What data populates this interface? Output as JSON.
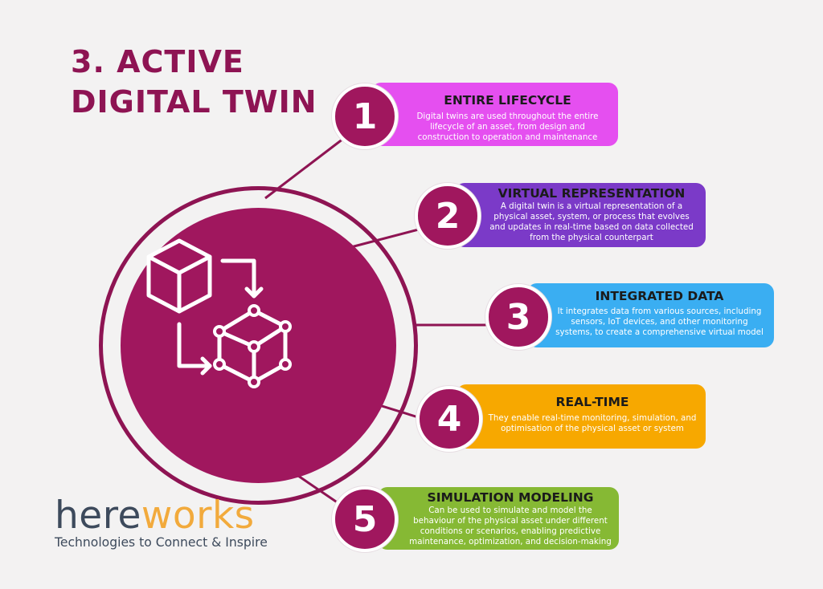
{
  "title": {
    "line1": "3. ACTIVE",
    "line2": "DIGITAL TWIN"
  },
  "colors": {
    "background": "#f3f2f2",
    "primary": "#a0175e",
    "title": "#8e1453",
    "step1": "#e54ff0",
    "step2": "#7b3ac8",
    "step3": "#3aaef2",
    "step4": "#f7a800",
    "step5": "#86b934"
  },
  "hub": {
    "icon": "digital-twin-cube-transform-icon"
  },
  "steps": [
    {
      "number": "1",
      "title": "ENTIRE LIFECYCLE",
      "text": [
        "Digital twins are used throughout the entire",
        "lifecycle of an asset, from design and",
        "construction to operation and maintenance"
      ]
    },
    {
      "number": "2",
      "title": "VIRTUAL REPRESENTATION",
      "text": [
        "A digital twin is a virtual representation of a",
        "physical asset, system, or process that evolves",
        "and updates in real-time based on data collected",
        "from the physical counterpart"
      ]
    },
    {
      "number": "3",
      "title": "INTEGRATED DATA",
      "text": [
        "It integrates data from various sources, including",
        "sensors, IoT devices, and other monitoring",
        "systems, to create a comprehensive virtual model"
      ]
    },
    {
      "number": "4",
      "title": "REAL-TIME",
      "text": [
        "They enable real-time monitoring, simulation, and",
        "optimisation of the physical asset or system"
      ]
    },
    {
      "number": "5",
      "title": "SIMULATION MODELING",
      "text": [
        "Can be used to simulate and model the",
        "behaviour of the physical asset under different",
        "conditions or scenarios, enabling predictive",
        "maintenance, optimization, and decision-making"
      ]
    }
  ],
  "logo": {
    "part1": "here",
    "part2": "works",
    "tagline": "Technologies to Connect & Inspire"
  }
}
